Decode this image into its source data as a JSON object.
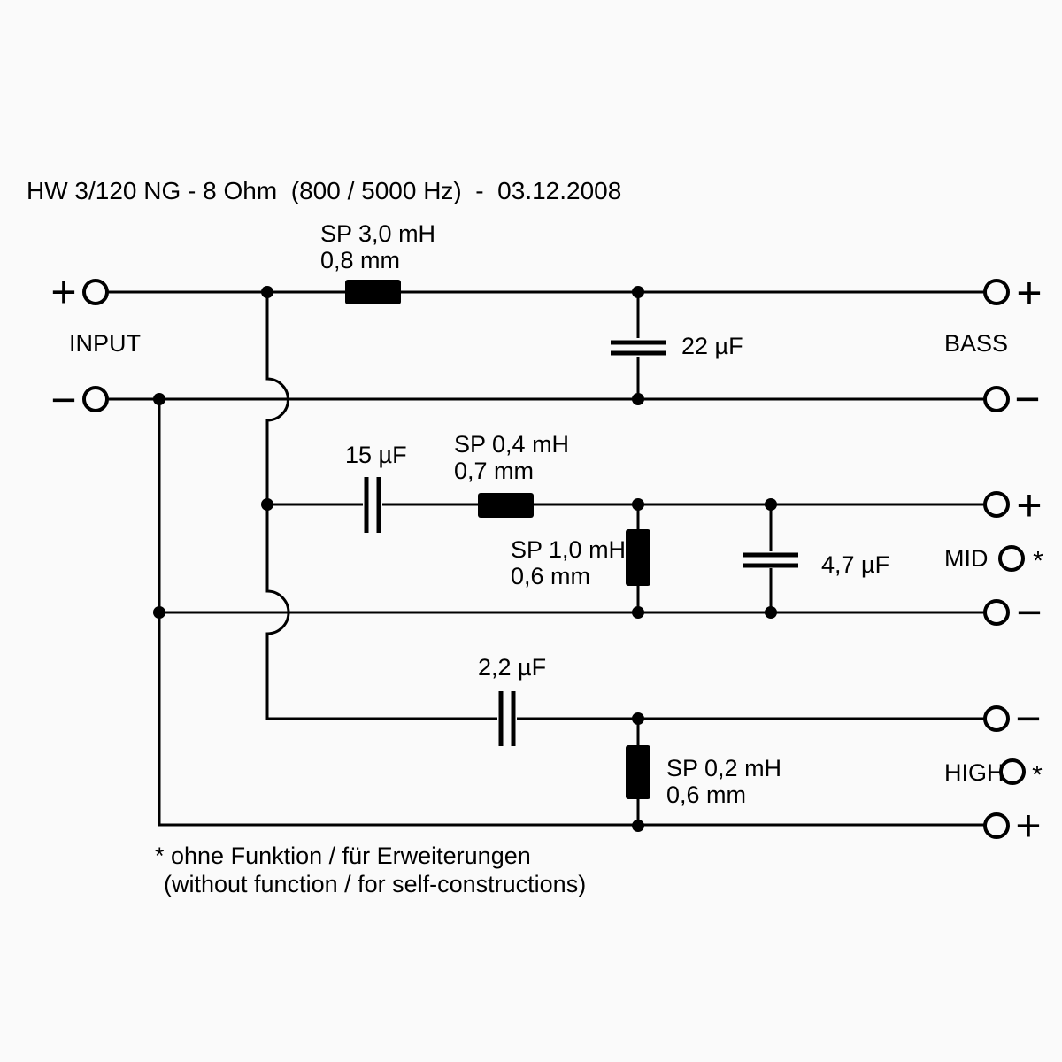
{
  "title": "HW 3/120 NG - 8 Ohm  (800 / 5000 Hz)  -  03.12.2008",
  "input": {
    "label": "INPUT",
    "plus": "+",
    "minus": "−"
  },
  "bass": {
    "label": "BASS",
    "plus": "+",
    "minus": "−",
    "series_coil_name": "SP 3,0 mH",
    "series_coil_wire": "0,8 mm",
    "shunt_cap": "22 µF"
  },
  "mid": {
    "label": "MID",
    "plus": "+",
    "minus": "−",
    "star": "*",
    "series_cap": "15 µF",
    "series_coil_name": "SP 0,4 mH",
    "series_coil_wire": "0,7 mm",
    "shunt_coil_name": "SP 1,0 mH",
    "shunt_coil_wire": "0,6 mm",
    "shunt_cap": "4,7 µF"
  },
  "high": {
    "label": "HIGH",
    "plus": "+",
    "minus": "−",
    "star": "*",
    "series_cap": "2,2 µF",
    "shunt_coil_name": "SP 0,2 mH",
    "shunt_coil_wire": "0,6 mm"
  },
  "footnote": {
    "line1": "* ohne Funktion / für Erweiterungen",
    "line2": "(without function / for self-constructions)"
  },
  "colors": {
    "line": "#000000",
    "background": "#fafafa"
  }
}
